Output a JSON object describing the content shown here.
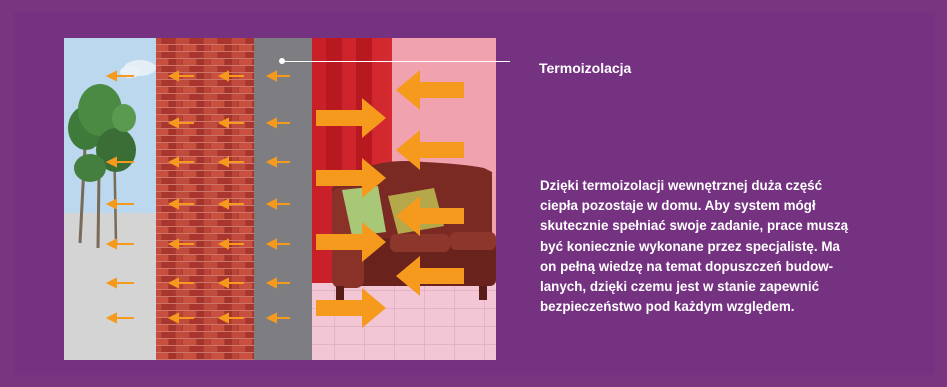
{
  "label": {
    "text": "Termoizolacja"
  },
  "description": {
    "lines": [
      "Dzięki termoizolacji wewnętrznej duża część",
      "ciepła pozostaje w domu. Aby system mógł",
      "skutecznie spełniać swoje zadanie, prace muszą",
      "być koniecznie wykonane przez specjalistę. Ma",
      "on pełną wiedzę na temat dopuszczeń budow-",
      "lanych, dzięki czemu jest w stanie zapewnić",
      "bezpieczeństwo pod każdym względem."
    ]
  },
  "colors": {
    "background": "#7a3580",
    "sky": "#bcd8ee",
    "ground": "#d4d4d4",
    "brick": "#b03c33",
    "insulation": "#7d7d82",
    "interior_red": "#c81e28",
    "interior_pink": "#f0a2ae",
    "sofa": "#7a2a22",
    "floor": "#f2c6d4",
    "arrow": "#f59a1d",
    "text": "#ffffff"
  }
}
